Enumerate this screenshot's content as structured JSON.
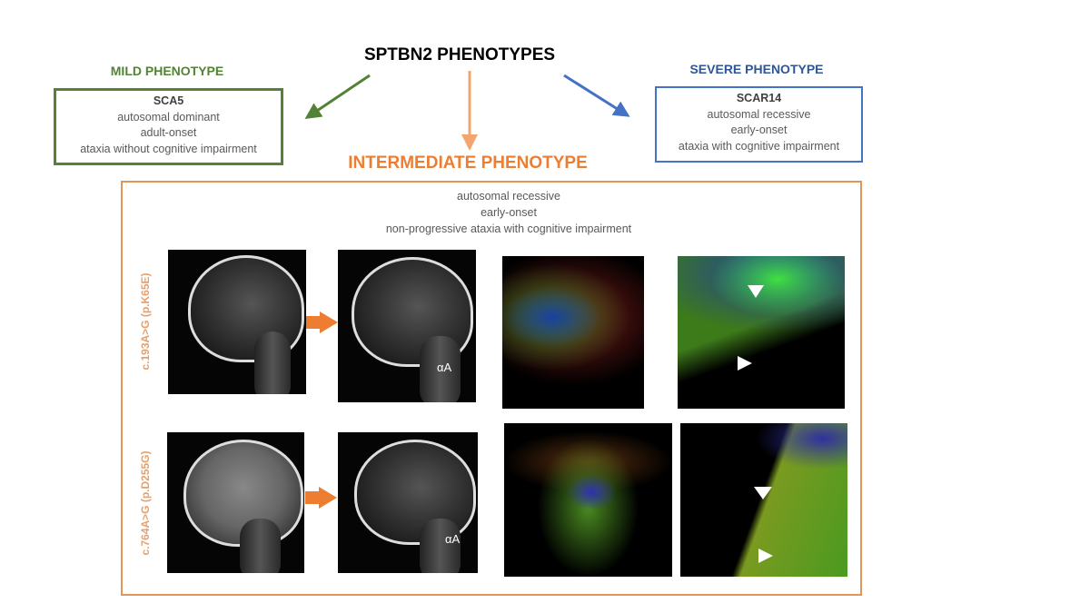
{
  "title": "SPTBN2 PHENOTYPES",
  "mild": {
    "label": "MILD PHENOTYPE",
    "name": "SCA5",
    "lines": [
      "autosomal dominant",
      "adult-onset",
      "ataxia without  cognitive impairment"
    ],
    "color": "#548235"
  },
  "severe": {
    "label": "SEVERE PHENOTYPE",
    "name": "SCAR14",
    "lines": [
      "autosomal recessive",
      "early-onset",
      "ataxia with cognitive impairment"
    ],
    "color": "#2f5597"
  },
  "intermediate": {
    "label": "INTERMEDIATE PHENOTYPE",
    "lines": [
      "autosomal recessive",
      "early-onset",
      "non-progressive ataxia with cognitive impairment"
    ],
    "color": "#ed7d31",
    "variants": [
      {
        "label": "c.193A>G (p.K65E)",
        "annotation": "αA"
      },
      {
        "label": "c.764A>G (p.D255G)",
        "annotation": "αA"
      }
    ]
  }
}
